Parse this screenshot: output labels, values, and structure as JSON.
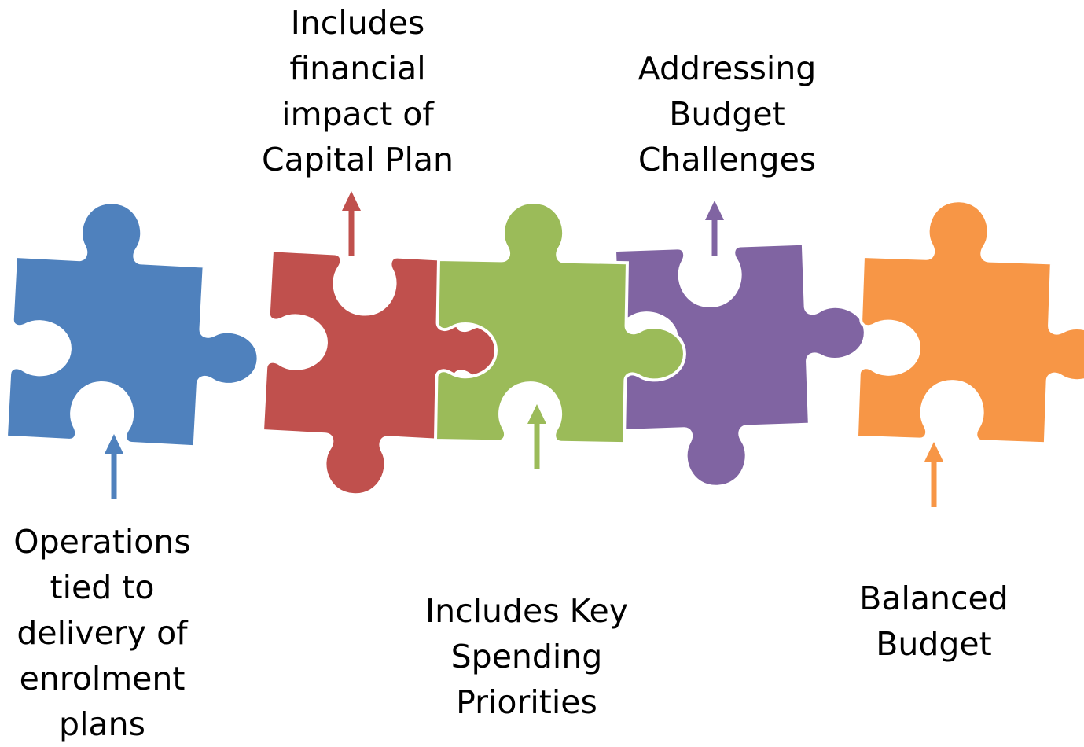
{
  "pieces": [
    {
      "id": "blue",
      "color": "#4f81bd",
      "label": "Operations\ntied to\ndelivery of\nenrolment\nplans",
      "arrow": "up-from-below"
    },
    {
      "id": "red",
      "color": "#c0504d",
      "label": "Includes\nfinancial\nimpact of\nCapital Plan",
      "arrow": "up-to-above"
    },
    {
      "id": "green",
      "color": "#9bbb59",
      "label": "Includes Key\nSpending\nPriorities",
      "arrow": "up-from-below"
    },
    {
      "id": "purple",
      "color": "#8064a2",
      "label": "Addressing\nBudget\nChallenges",
      "arrow": "up-to-above"
    },
    {
      "id": "orange",
      "color": "#f79646",
      "label": "Balanced\nBudget",
      "arrow": "up-from-below"
    }
  ]
}
